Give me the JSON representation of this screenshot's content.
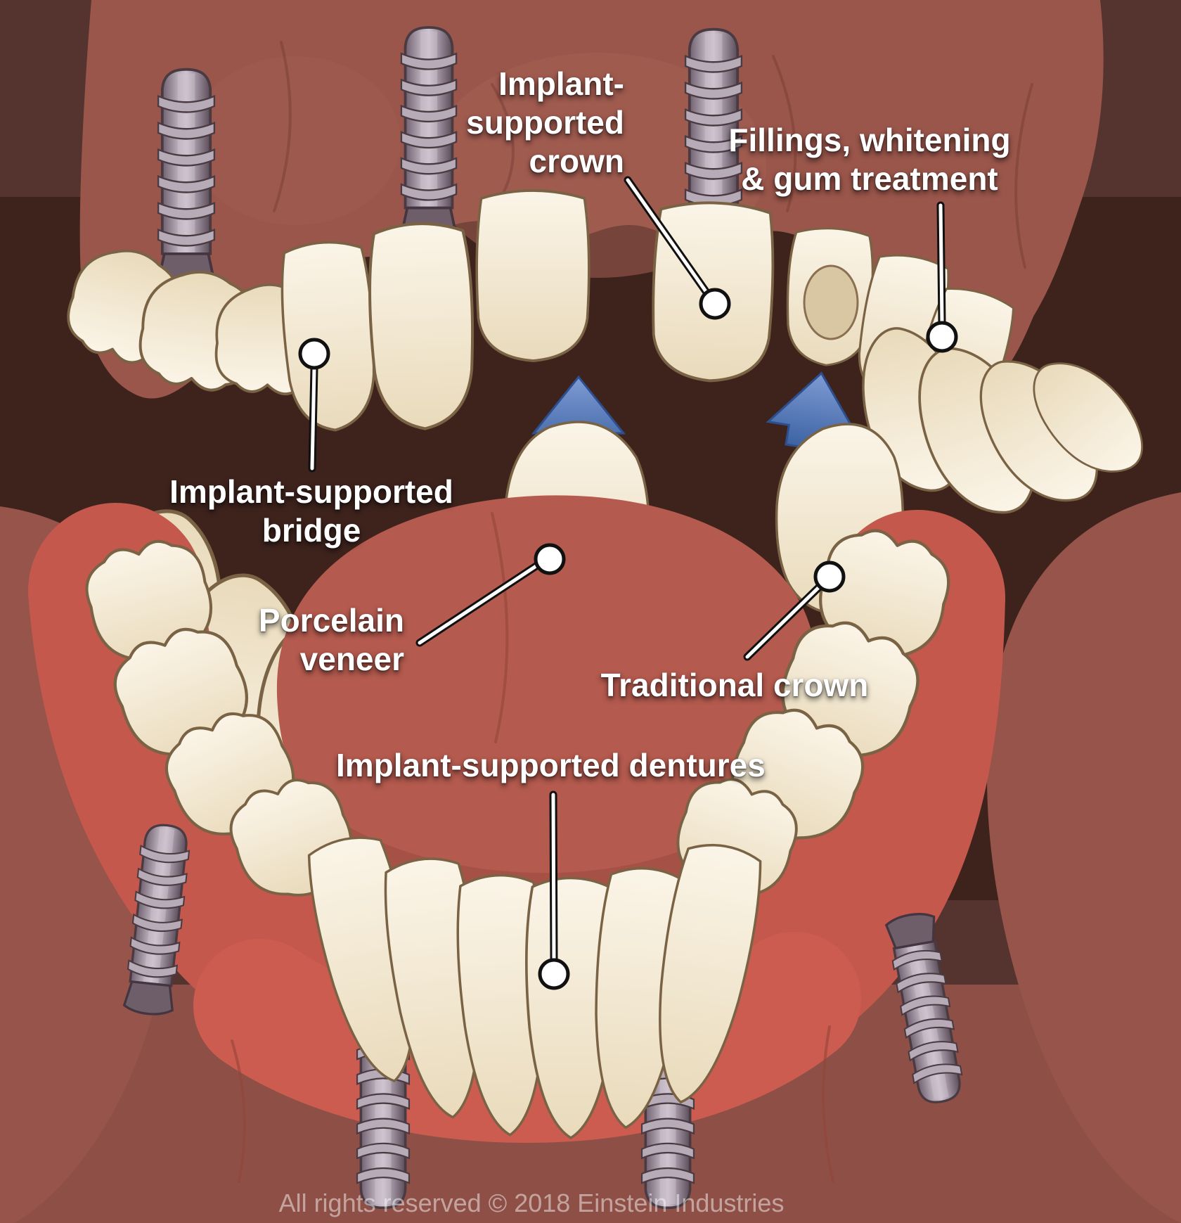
{
  "annotations": {
    "implant_crown": {
      "line1": "Implant-",
      "line2": "supported",
      "line3": "crown"
    },
    "fillings": {
      "line1": "Fillings, whitening",
      "line2": "& gum treatment"
    },
    "bridge": {
      "line1": "Implant-supported",
      "line2": "bridge"
    },
    "porcelain_veneer": {
      "line1": "Porcelain",
      "line2": "veneer"
    },
    "traditional_crown": {
      "line1": "Traditional crown"
    },
    "dentures": {
      "line1": "Implant-supported dentures"
    }
  },
  "footer": {
    "copyright_text": "All rights reserved © 2018 Einstein Industries"
  },
  "icons": {
    "leader_dot": "circle-marker",
    "arrow": "up-arrow"
  },
  "colors": {
    "background": "#553430",
    "mouth_interior_dark": "#3e231d",
    "upper_gum": "#9a564b",
    "upper_gum_highlight": "#a56054",
    "lower_gum_bright": "#c4584c",
    "lower_gum_outer": "#97544a",
    "lower_base": "#8e5046",
    "tongue": "#b45a4e",
    "tongue_shadow": "#9d4b41",
    "tooth": "#f5eedd",
    "tooth_shade": "#e9dabb",
    "tooth_outline": "#7a6345",
    "implant_metal": "#8d7f8d",
    "implant_dark": "#4a3a42",
    "arrow_blue_light": "#7e9bd4",
    "arrow_blue_dark": "#3d63a3",
    "label_text": "#ffffff",
    "leader_line": "#ffffff"
  }
}
